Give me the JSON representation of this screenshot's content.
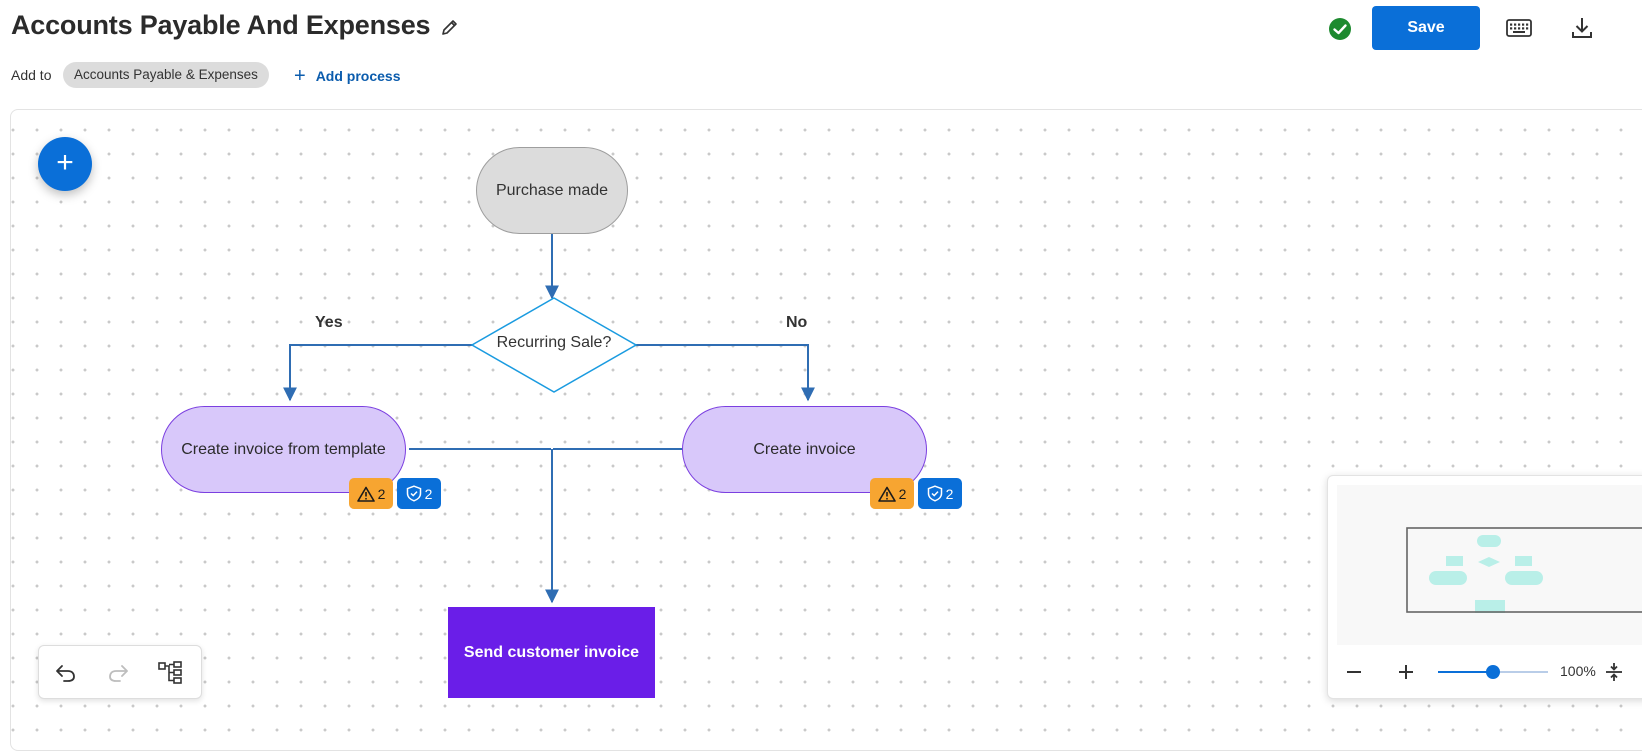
{
  "header": {
    "title": "Accounts Payable And Expenses",
    "save_label": "Save",
    "add_to_label": "Add to",
    "chip_label": "Accounts Payable & Expenses",
    "add_process_label": "Add process",
    "icons": {
      "edit": "pencil-icon",
      "status": "check-circle-icon",
      "keyboard": "keyboard-icon",
      "download": "download-icon"
    }
  },
  "canvas": {
    "add_button_label": "+",
    "nodes": {
      "start": "Purchase made",
      "decision": "Recurring Sale?",
      "task_left": "Create invoice from template",
      "task_right": "Create invoice",
      "end": "Send customer invoice"
    },
    "edges": {
      "yes": "Yes",
      "no": "No"
    },
    "badges": {
      "left_warnings": "2",
      "left_controls": "2",
      "right_warnings": "2",
      "right_controls": "2"
    }
  },
  "toolbar": {
    "undo": "undo-icon",
    "redo": "redo-icon",
    "layout": "layout-tree-icon"
  },
  "zoom": {
    "value_label": "100%",
    "level": 0.5
  },
  "colors": {
    "primary": "#0a6fd8",
    "start_fill": "#dcdcdc",
    "task_fill": "#d8c8fa",
    "task_border": "#7b3fe0",
    "end_fill": "#6a1ee8",
    "decision_border": "#1a9be0",
    "connector": "#2f6db3",
    "warning": "#f7a531",
    "success": "#1d8a2f",
    "minimap_node": "#b9efe8"
  }
}
